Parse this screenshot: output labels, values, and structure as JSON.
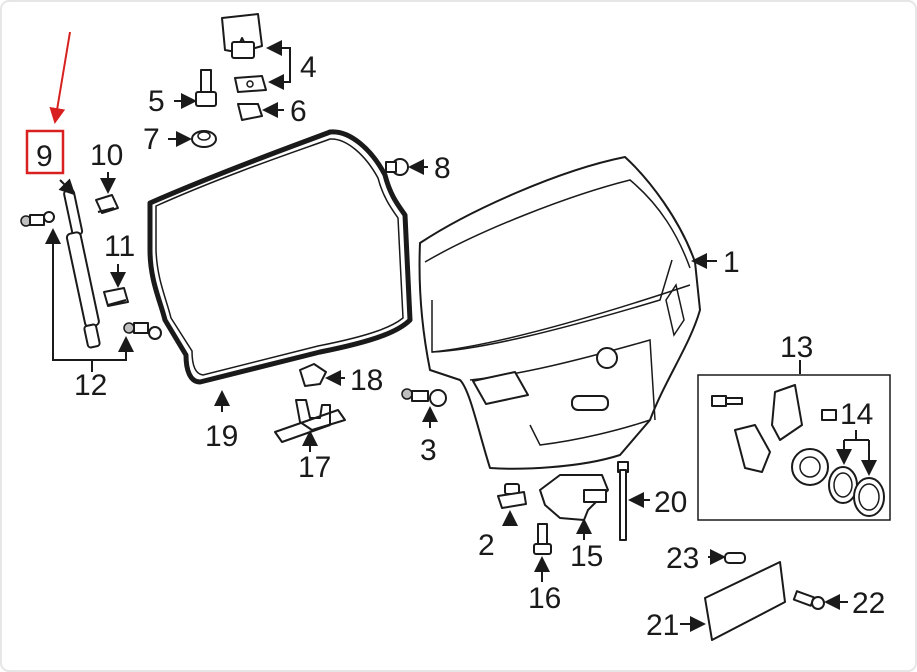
{
  "diagram": {
    "callouts": [
      "1",
      "2",
      "3",
      "4",
      "5",
      "6",
      "7",
      "8",
      "9",
      "10",
      "11",
      "12",
      "13",
      "14",
      "15",
      "16",
      "17",
      "18",
      "19",
      "20",
      "21",
      "22",
      "23"
    ],
    "highlight": {
      "callout": "9",
      "color": "#d92020"
    },
    "colors": {
      "line": "#1a1a1a",
      "fill": "#ffffff",
      "background": "#ffffff"
    }
  }
}
